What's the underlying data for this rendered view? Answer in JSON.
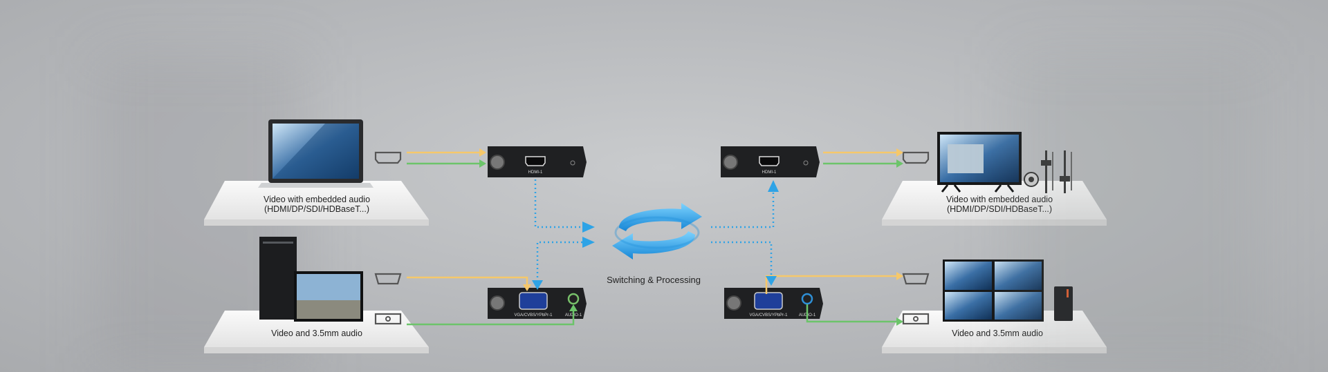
{
  "labels": {
    "left_top": [
      "Video with embedded audio",
      "(HDMI/DP/SDI/HDBaseT...)"
    ],
    "left_bottom": "Video and 3.5mm audio",
    "right_top": [
      "Video with embedded audio",
      "(HDMI/DP/SDI/HDBaseT...)"
    ],
    "right_bottom": "Video and 3.5mm audio",
    "center": "Switching & Processing"
  },
  "ports": {
    "hdmi_in": "HDMI-1",
    "hdmi_out": "HDMI-1",
    "vga_in": "VGA/CVBS/YPbPr-1",
    "vga_out": "VGA/CVBS/YPbPr-1",
    "audio_in": "AUDIO-1",
    "audio_out": "AUDIO-1"
  },
  "colors": {
    "video_line": "#f6c86a",
    "audio_line": "#6cc46a",
    "signal_dotted": "#2ea3e6",
    "shelf": "#eeeeee",
    "module": "#1f2022"
  },
  "icons": [
    "laptop-icon",
    "desktop-pc-icon",
    "tv-icon",
    "video-wall-icon",
    "speaker-icon",
    "audio-mixer-icon",
    "hdmi-port-icon",
    "vga-port-icon",
    "audio-jack-icon",
    "switch-processing-icon"
  ]
}
